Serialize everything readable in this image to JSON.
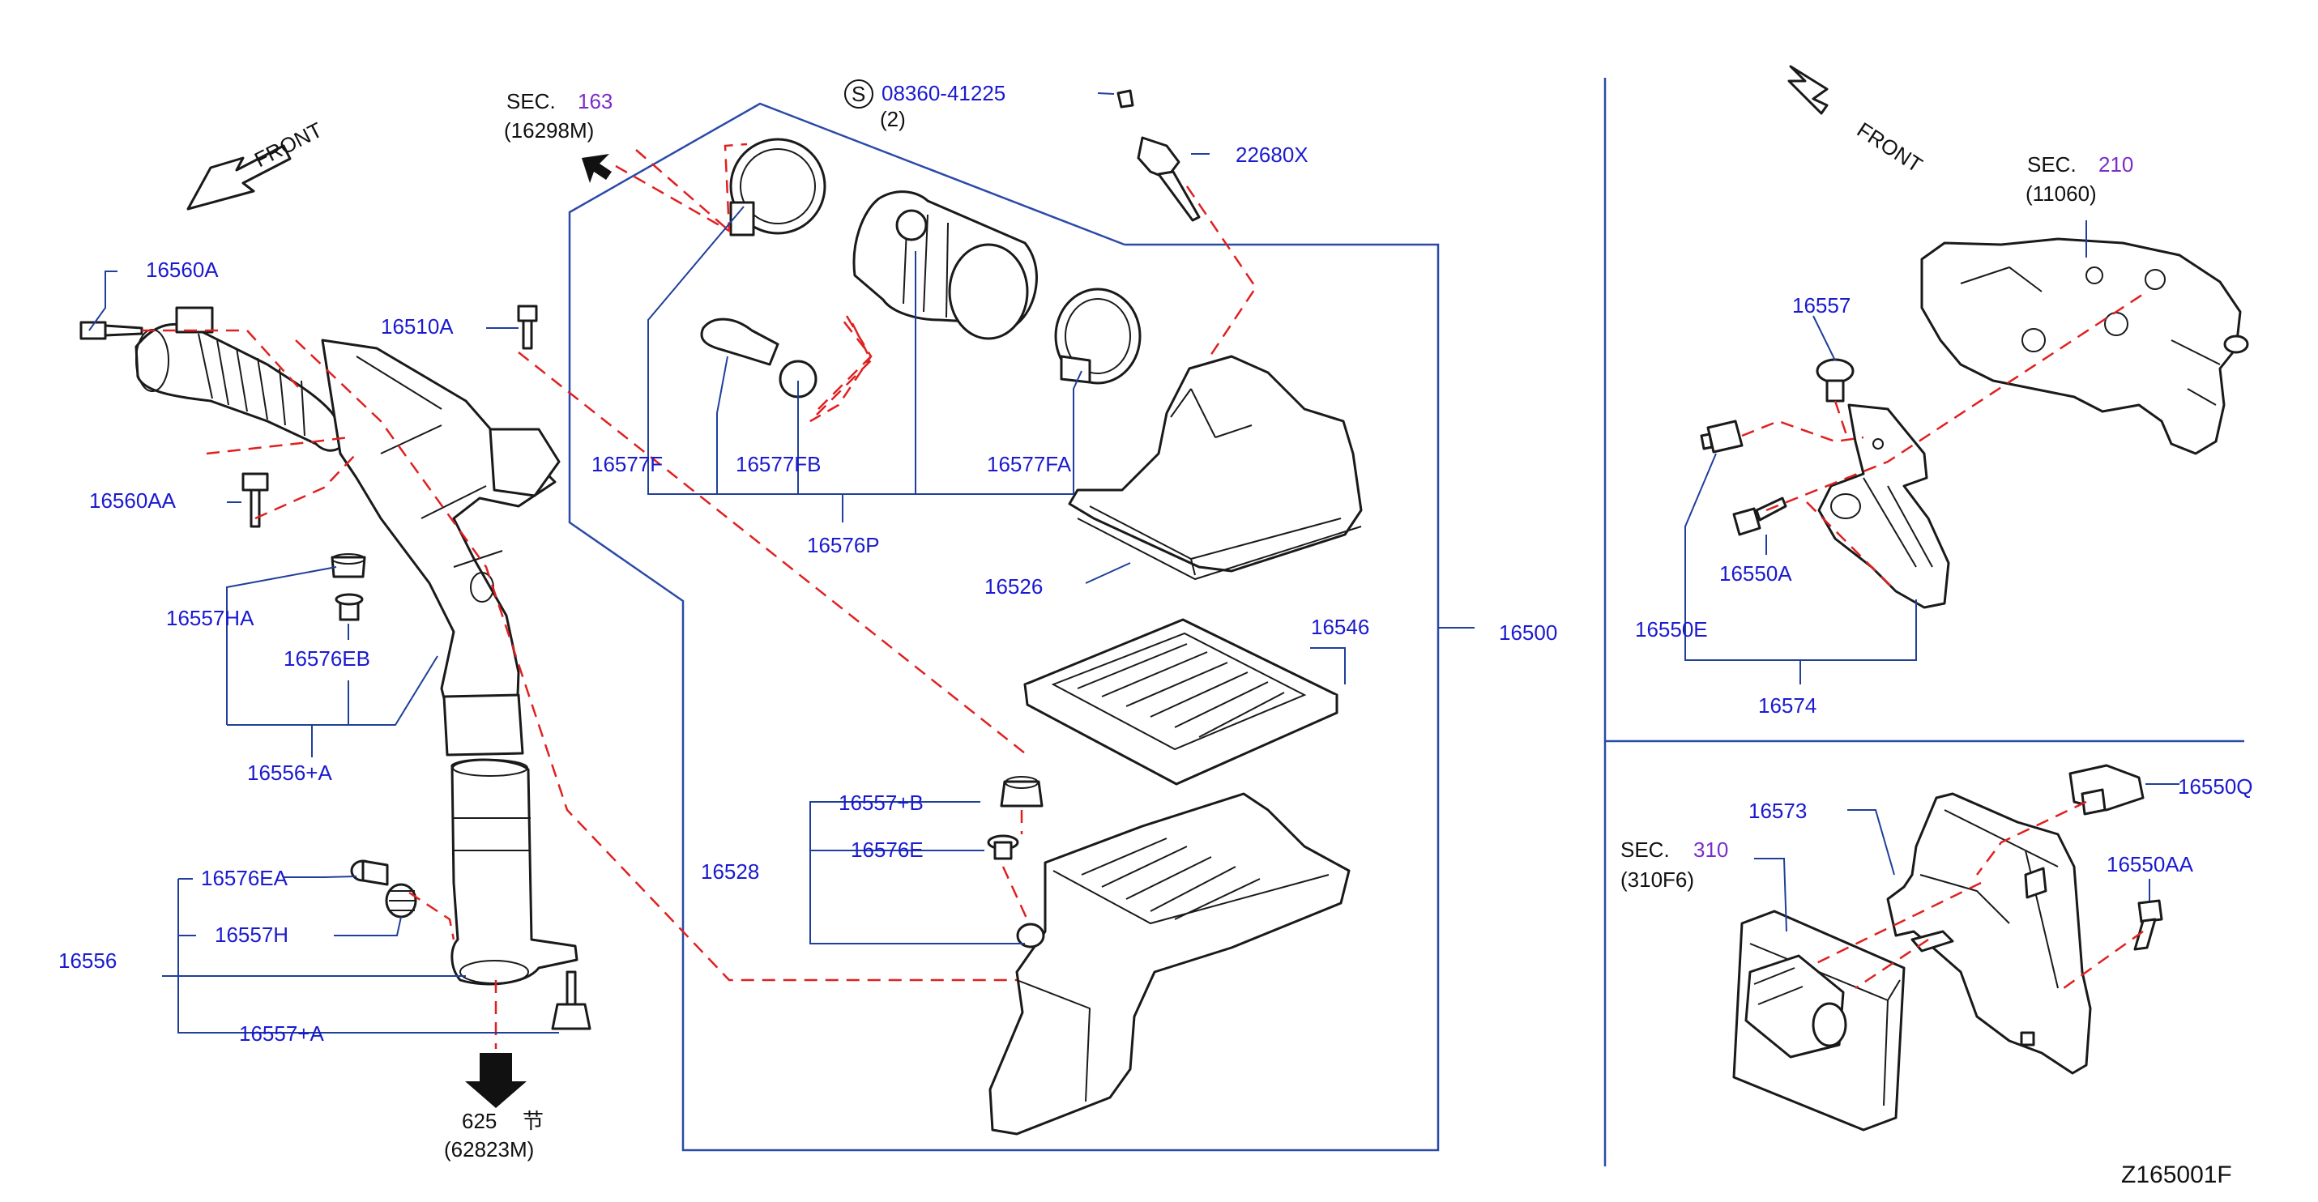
{
  "diagram_id": "Z165001F",
  "front_label": "FRONT",
  "sections": {
    "sec163": {
      "prefix": "SEC.",
      "number": "163",
      "ref": "(16298M)"
    },
    "sec210": {
      "prefix": "SEC.",
      "number": "210",
      "ref": "(11060)"
    },
    "sec310": {
      "prefix": "SEC.",
      "number": "310",
      "ref": "(310F6)"
    },
    "sec625": {
      "number": "625",
      "glyph": "节",
      "ref": "(62823M)"
    }
  },
  "std_part": {
    "symbol": "S",
    "number": "08360-41225",
    "qty": "(2)"
  },
  "parts": {
    "p16560A": "16560A",
    "p16510A": "16510A",
    "p16560AA": "16560AA",
    "p16557HA": "16557HA",
    "p16576EB": "16576EB",
    "p16556A": "16556+A",
    "p16576EA": "16576EA",
    "p16557H": "16557H",
    "p16556": "16556",
    "p16557pA": "16557+A",
    "p22680X": "22680X",
    "p16577F": "16577F",
    "p16577FB": "16577FB",
    "p16577FA": "16577FA",
    "p16576P": "16576P",
    "p16526": "16526",
    "p16546": "16546",
    "p16500": "16500",
    "p16528": "16528",
    "p16557B": "16557+B",
    "p16576E": "16576E",
    "p16557": "16557",
    "p16550E": "16550E",
    "p16550A": "16550A",
    "p16574": "16574",
    "p16573": "16573",
    "p16550Q": "16550Q",
    "p16550AA": "16550AA"
  }
}
